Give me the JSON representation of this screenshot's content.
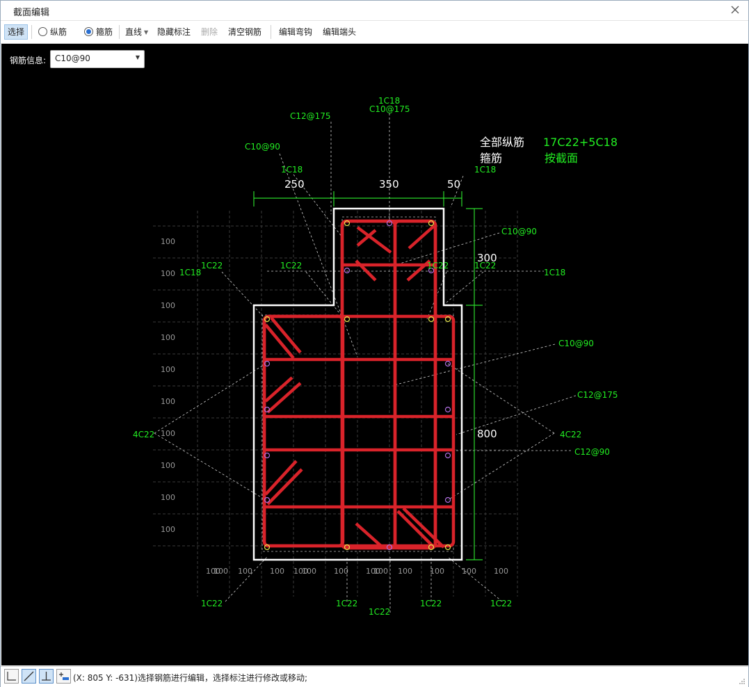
{
  "window": {
    "title": "截面编辑"
  },
  "toolbar": {
    "select": "选择",
    "longitudinal": "纵筋",
    "stirrup": "箍筋",
    "line": "直线",
    "hide_annotation": "隐藏标注",
    "delete": "删除",
    "clear_rebar": "清空钢筋",
    "edit_hook": "编辑弯钩",
    "edit_end": "编辑端头"
  },
  "rebar_info": {
    "label": "钢筋信息:",
    "value": "C10@90"
  },
  "drawing": {
    "dims": {
      "d250": "250",
      "d350": "350",
      "d50": "50",
      "d300": "300",
      "d800": "800"
    },
    "summary": {
      "all_long_label": "全部纵筋",
      "all_long_value": "17C22+5C18",
      "stirrup_label": "箍筋",
      "stirrup_value": "按截面"
    },
    "grid_value": "100",
    "labels": {
      "top_1c18": "1C18",
      "top_c10_175": "C10@175",
      "c12_175_top": "C12@175",
      "c10_90_top": "C10@90",
      "c1c18_left": "1C18",
      "c1c18_right": "1C18",
      "c10_90_right1": "C10@90",
      "left_1c18": "1C18",
      "left_1c22_a": "1C22",
      "left_1c22_b": "1C22",
      "right_1c22_a": "1C22",
      "right_1c22_b": "1C22",
      "right_1c18": "1C18",
      "c10_90_right2": "C10@90",
      "c12_175_right": "C12@175",
      "left_4c22": "4C22",
      "right_4c22": "4C22",
      "c12_90_right": "C12@90",
      "bot_1c22_a": "1C22",
      "bot_1c22_b": "1C22",
      "bot_1c22_c": "1C22",
      "bot_1c22_d": "1C22",
      "bot_1c22_e": "1C22"
    }
  },
  "status": {
    "text": "(X: 805 Y: -631)选择钢筋进行编辑，选择标注进行修改或移动;"
  },
  "colors": {
    "rebar": "#d9232a",
    "dim": "#2bd82b",
    "outline": "#ffffff",
    "canvas": "#000000"
  }
}
